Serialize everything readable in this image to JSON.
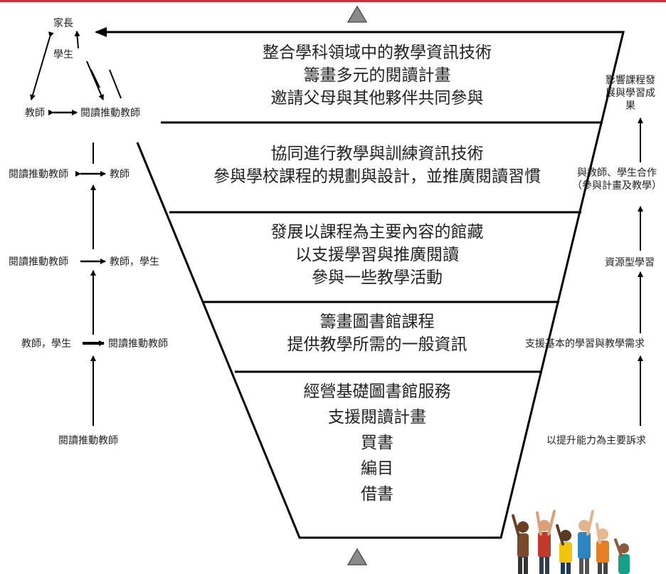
{
  "pyramid": {
    "levels": [
      {
        "lines": [
          "整合學科領域中的教學資訊技術",
          "籌畫多元的閱讀計畫",
          "邀請父母與其他夥伴共同參與"
        ]
      },
      {
        "lines": [
          "協同進行教學與訓練資訊技術",
          "參與學校課程的規劃與設計，並推廣閱讀習慣"
        ]
      },
      {
        "lines": [
          "發展以課程為主要內容的館藏",
          "以支援學習與推廣閱讀",
          "參與一些教學活動"
        ]
      },
      {
        "lines": [
          "籌畫圖書館課程",
          "提供教學所需的一般資訊"
        ]
      },
      {
        "lines": [
          "經營基礎圖書館服務",
          "支援閱讀計畫",
          "買書",
          "編目",
          "借書"
        ]
      }
    ]
  },
  "left": {
    "parent": "家長",
    "student": "學生",
    "l1_teacher": "教師",
    "l1_promoter": "閱讀推動教師",
    "l2_promoter": "閱讀推動教師",
    "l2_teacher": "教師",
    "l3_promoter": "閱讀推動教師",
    "l3_target": "教師，學生",
    "l4_source": "教師，學生",
    "l4_target": "閱讀推動教師",
    "l5": "閱讀推動教師"
  },
  "right": {
    "r1": [
      "影響課程發",
      "展與學習成",
      "果"
    ],
    "r2": [
      "與教師、學生合作",
      "（參與計畫及教學）"
    ],
    "r3": "資源型學習",
    "r4": "支援基本的學習與教學需求",
    "r5": "以提升能力為主要訴求"
  },
  "colors": {
    "accent": "#c8323a",
    "line": "#000000",
    "triangle": "#8a8a8a"
  }
}
